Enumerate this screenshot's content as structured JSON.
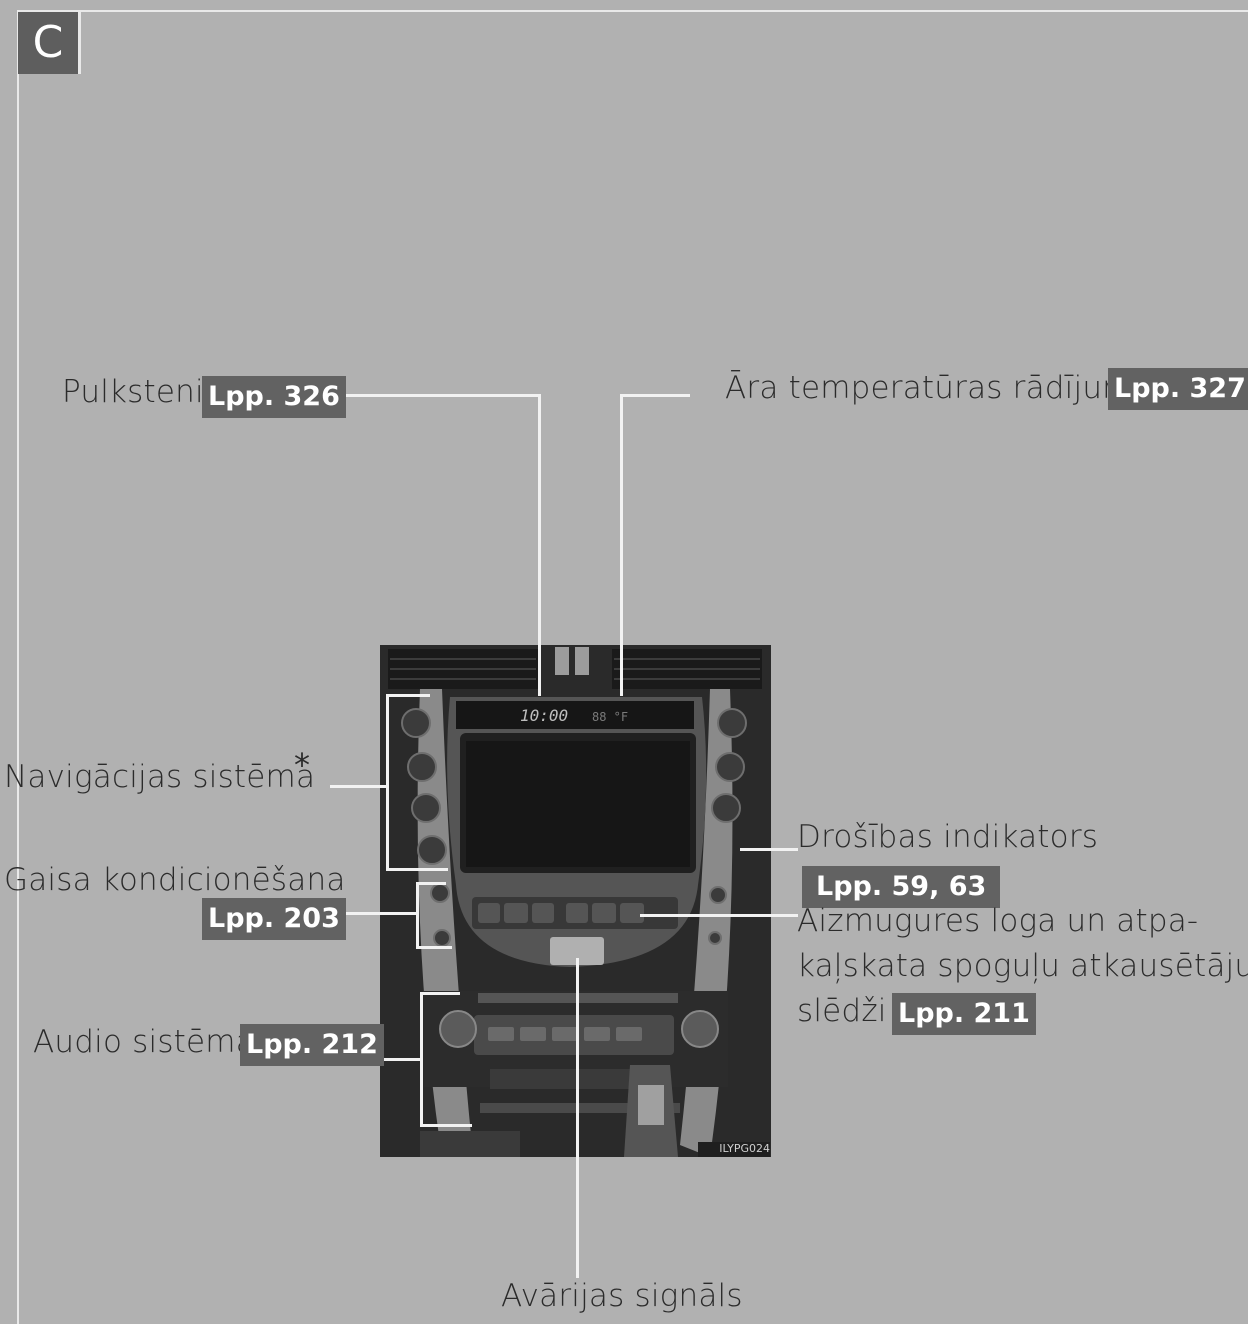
{
  "section_letter": "C",
  "labels": {
    "clock": {
      "text": "Pulkstenis",
      "page": "Lpp. 326"
    },
    "outside_temp": {
      "text": "Āra temperatūras rādījums",
      "page": "Lpp. 327"
    },
    "navigation": {
      "text": "Navigācijas sistēma",
      "footnote": "*"
    },
    "air_conditioning": {
      "text": "Gaisa kondicionēšana",
      "page": "Lpp. 203"
    },
    "security_indicator": {
      "text": "Drošības indikators",
      "page": "Lpp. 59, 63"
    },
    "defogger": {
      "line1": "Aizmugures loga un atpa-",
      "line2": "kaļskata spoguļu atkausētāju",
      "line3": "slēdži",
      "page": "Lpp. 211"
    },
    "audio": {
      "text": "Audio sistēma",
      "page": "Lpp. 212"
    },
    "hazard": {
      "text": "Avārijas signāls"
    }
  },
  "photo": {
    "clock_display": "10:00",
    "photo_id": "ILYPG024"
  }
}
